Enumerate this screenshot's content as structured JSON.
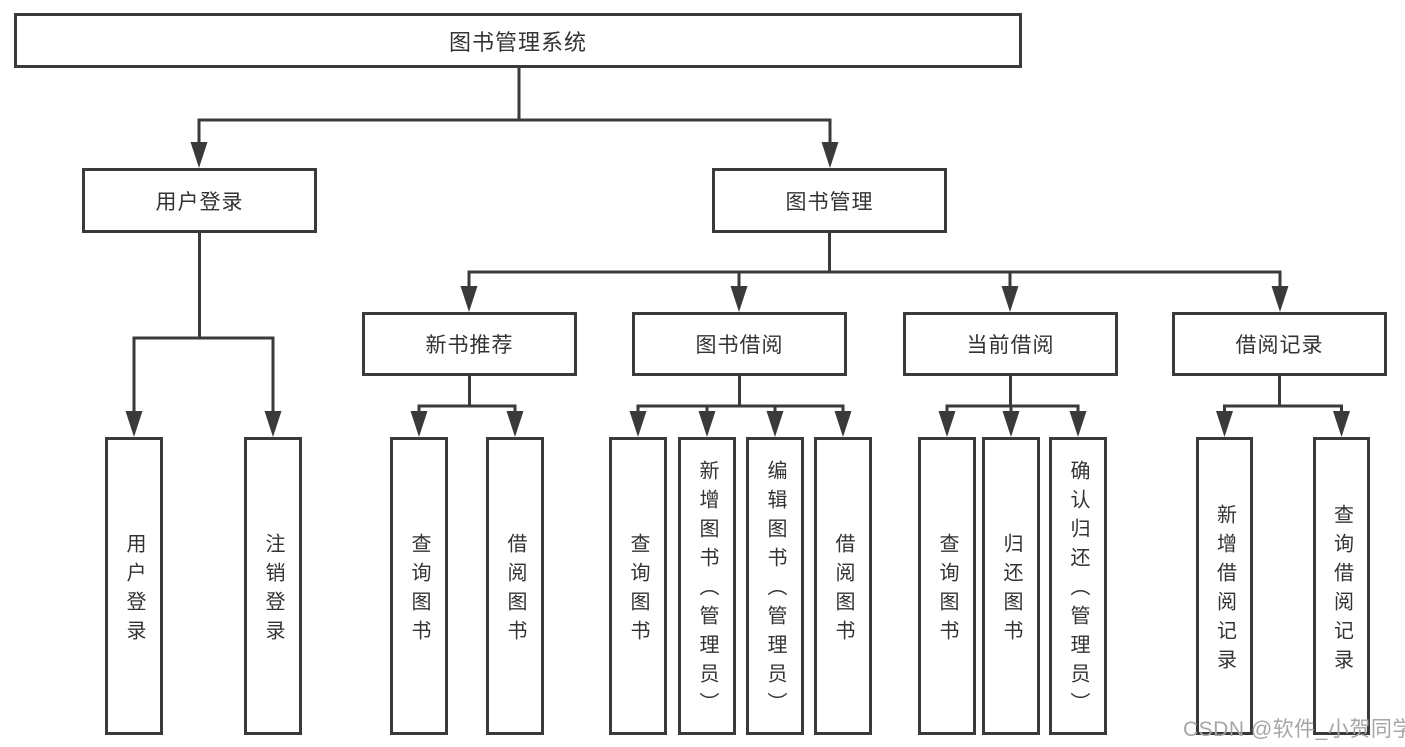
{
  "tree": {
    "root": "图书管理系统",
    "branches": [
      {
        "label": "用户登录",
        "children": [
          "用户登录",
          "注销登录"
        ]
      },
      {
        "label": "图书管理",
        "groups": [
          {
            "label": "新书推荐",
            "children": [
              "查询图书",
              "借阅图书"
            ]
          },
          {
            "label": "图书借阅",
            "children": [
              "查询图书",
              "新增图书（管理员）",
              "编辑图书（管理员）",
              "借阅图书"
            ]
          },
          {
            "label": "当前借阅",
            "children": [
              "查询图书",
              "归还图书",
              "确认归还（管理员）"
            ]
          },
          {
            "label": "借阅记录",
            "children": [
              "新增借阅记录",
              "查询借阅记录"
            ]
          }
        ]
      }
    ]
  },
  "watermark": "CSDN @软件_小贺同学",
  "colors": {
    "line": "#3a3a3a",
    "box_border": "#3a3a3a",
    "box_background": "#ffffff",
    "text": "#333333",
    "watermark_text": "#a6a6a6"
  }
}
